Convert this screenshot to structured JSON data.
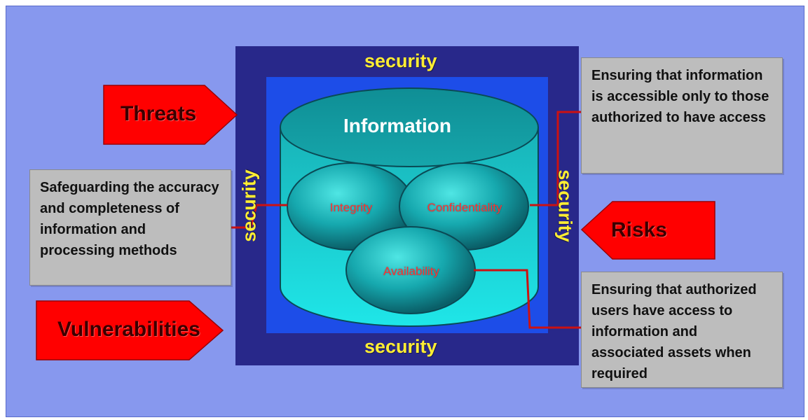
{
  "security_labels": {
    "top": "security",
    "bottom": "security",
    "left": "security",
    "right": "security"
  },
  "cylinder": {
    "label": "Information"
  },
  "properties": {
    "integrity": "Integrity",
    "confidentiality": "Confidentiality",
    "availability": "Availability"
  },
  "arrows": {
    "threats": "Threats",
    "vulnerabilities": "Vulnerabilities",
    "risks": "Risks"
  },
  "descriptions": {
    "integrity": "Safeguarding the accuracy and completeness of information and processing methods",
    "confidentiality": "Ensuring that information is accessible only to those authorized to have access",
    "availability": "Ensuring that authorized users have access to information and associated assets when required"
  },
  "colors": {
    "background": "#8798ee",
    "outer_frame": "#28288a",
    "inner_frame": "#1d4de8",
    "security_text": "#ffee33",
    "arrow_fill": "#ff0000",
    "connector": "#cc1111",
    "description_box": "#bdbdbd",
    "cylinder": "#1ec9cc"
  }
}
